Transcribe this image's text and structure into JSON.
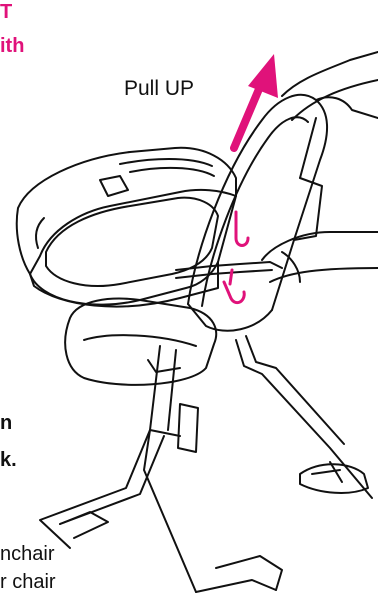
{
  "instructions": {
    "top_fragment_line1": "T",
    "top_fragment_line2": "ith",
    "arrow_label": "Pull UP",
    "mid_fragment_line1": "n",
    "mid_fragment_line2": "k.",
    "bottom_fragment_line1": "nchair",
    "bottom_fragment_line2": "r chair"
  },
  "colors": {
    "accent_magenta": "#e0127a",
    "line_art": "#111111"
  },
  "icons": {
    "pull_arrow": "arrow-up-right-icon",
    "strap_hooks": "hook-icon"
  }
}
